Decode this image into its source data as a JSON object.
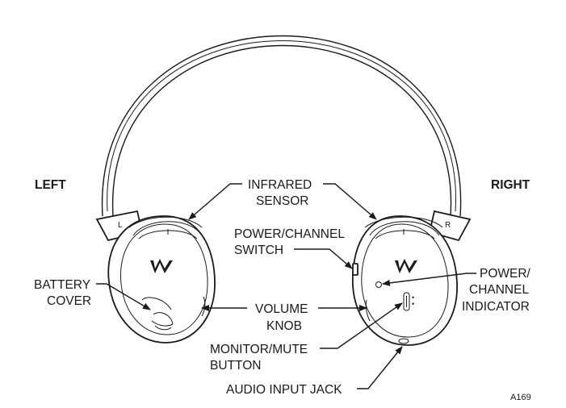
{
  "sides": {
    "left": "LEFT",
    "right": "RIGHT"
  },
  "earcup_marks": {
    "left": "L",
    "right": "R"
  },
  "callouts": {
    "infrared_sensor": [
      "INFRARED",
      "SENSOR"
    ],
    "power_channel_switch": [
      "POWER/CHANNEL",
      "SWITCH"
    ],
    "battery_cover": [
      "BATTERY",
      "COVER"
    ],
    "volume_knob": [
      "VOLUME",
      "KNOB"
    ],
    "monitor_mute_button": [
      "MONITOR/MUTE",
      "BUTTON"
    ],
    "audio_input_jack": "AUDIO INPUT JACK",
    "power_channel_indicator": [
      "POWER/",
      "CHANNEL",
      "INDICATOR"
    ]
  },
  "figure_id": "A169"
}
